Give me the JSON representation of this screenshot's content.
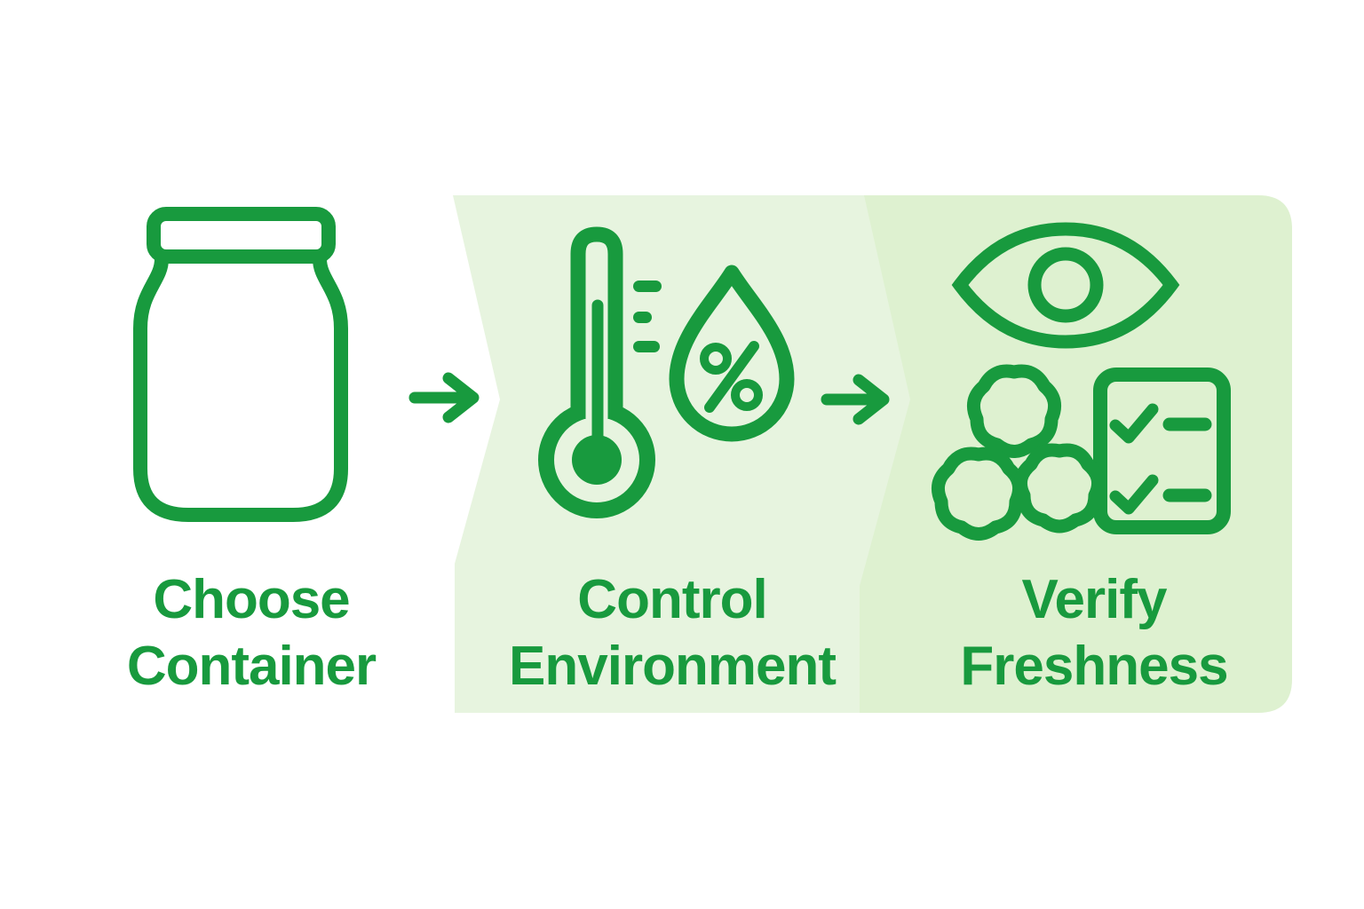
{
  "diagram": {
    "type": "process-flow",
    "colors": {
      "accent_green": "#189a3e",
      "panel_mid_green": "#e7f4df",
      "panel_right_green": "#def1d0",
      "canvas_white": "#ffffff"
    },
    "steps": [
      {
        "id": "choose-container",
        "label_line1": "Choose",
        "label_line2": "Container",
        "icons": [
          "jar-icon"
        ],
        "panel_background": "#ffffff"
      },
      {
        "id": "control-environment",
        "label_line1": "Control",
        "label_line2": "Environment",
        "icons": [
          "thermometer-icon",
          "humidity-drop-icon"
        ],
        "humidity_symbol": "%",
        "panel_background": "#e7f4df"
      },
      {
        "id": "verify-freshness",
        "label_line1": "Verify",
        "label_line2": "Freshness",
        "icons": [
          "eye-icon",
          "produce-icon",
          "checklist-icon"
        ],
        "panel_background": "#def1d0"
      }
    ],
    "connectors": [
      {
        "icon": "arrow-right-icon"
      },
      {
        "icon": "arrow-right-icon"
      }
    ]
  }
}
